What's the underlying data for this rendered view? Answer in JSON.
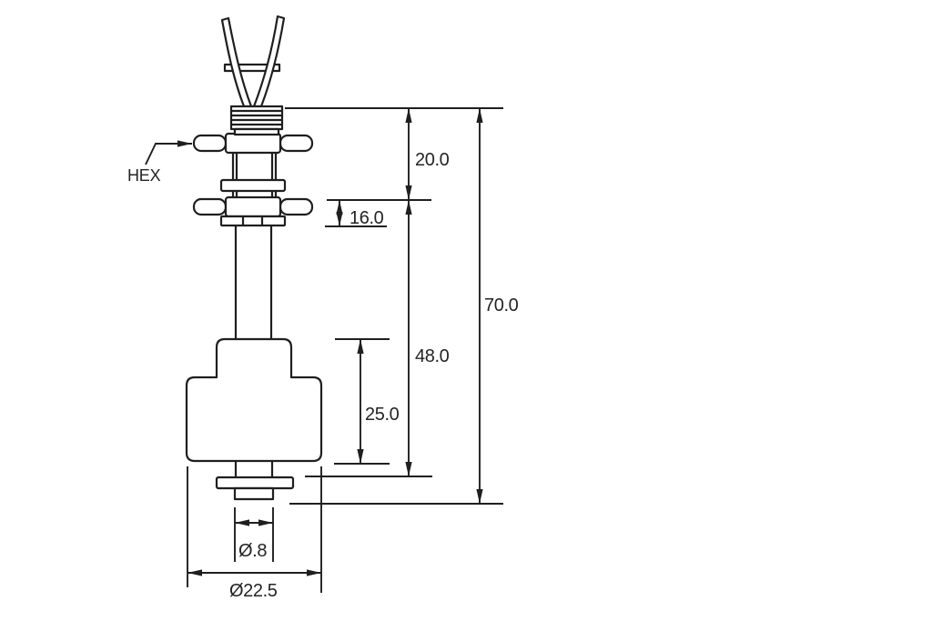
{
  "figure": {
    "colors": {
      "background": "#ffffff",
      "line": "#1f1f1f",
      "text": "#242424"
    },
    "labels": {
      "hex_nut": "HEX"
    },
    "dimensions": {
      "cap_to_mount": "20.0",
      "mount_section": "16.0",
      "overall_length": "70.0",
      "mount_to_float_bottom": "48.0",
      "float_height": "25.0",
      "stem_diameter": "Ø.8",
      "float_diameter": "Ø22.5"
    }
  }
}
